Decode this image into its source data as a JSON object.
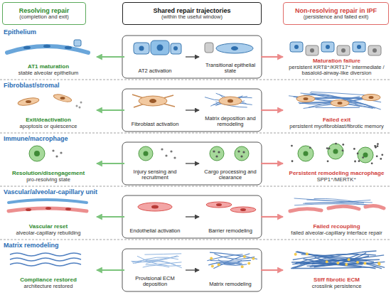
{
  "diagram": {
    "nodes": [
      {
        "text": [
          "Resolving repair",
          "(completion and exit)"
        ]
      },
      {
        "text": [
          "Shared repair trajectories",
          "(within the useful window)"
        ]
      },
      {
        "text": [
          "Non-resolving repair in IPF",
          "(persistence and failed exit)"
        ]
      },
      {
        "text": [
          "Epithelium"
        ]
      },
      {
        "text": [
          "AT1 maturation",
          "stable alveolar epithelium"
        ],
        "in": 3
      },
      {
        "text": [
          "AT2 activation"
        ],
        "in": 3
      },
      {
        "text": [
          "Transitional epithelial state"
        ],
        "in": 3
      },
      {
        "text": [
          "Maturation failure",
          "persistent KRT8⁺/KRT17⁺ intermediate / basaloid-airway-like diversion"
        ],
        "in": 3
      },
      {
        "text": [
          "Fibroblast/stromal"
        ]
      },
      {
        "text": [
          "Exit/deactivation",
          "apoptosis or quiescence"
        ],
        "in": 8
      },
      {
        "text": [
          "Fibroblast activation"
        ],
        "in": 8
      },
      {
        "text": [
          "Matrix deposition and remodeling"
        ],
        "in": 8
      },
      {
        "text": [
          "Failed exit",
          "persistent myofibroblast/fibrotic memory"
        ],
        "in": 8
      },
      {
        "text": [
          "Immune/macrophage"
        ]
      },
      {
        "text": [
          "Resolution/disengagement",
          "pro-resolving state"
        ],
        "in": 13
      },
      {
        "text": [
          "Injury sensing and recruitment"
        ],
        "in": 13
      },
      {
        "text": [
          "Cargo processing and clearance"
        ],
        "in": 13
      },
      {
        "text": [
          "Persistent remodeling macrophage",
          "SPP1⁺/MERTK⁺"
        ],
        "in": 13
      },
      {
        "text": [
          "Vascular/alveolar-capillary unit"
        ]
      },
      {
        "text": [
          "Vascular reset",
          "alveolar-capillary rebuilding"
        ],
        "in": 18
      },
      {
        "text": [
          "Endothelial activation"
        ],
        "in": 18
      },
      {
        "text": [
          "Barrier remodeling"
        ],
        "in": 18
      },
      {
        "text": [
          "Failed recoupling",
          "failed alveolar-capillary interface repair"
        ],
        "in": 18
      },
      {
        "text": [
          "Matrix remodeling"
        ]
      },
      {
        "text": [
          "Compliance restored",
          "architecture restored"
        ],
        "in": 23
      },
      {
        "text": [
          "Provisional ECM deposition"
        ],
        "in": 23
      },
      {
        "text": [
          "Matrix remodeling"
        ],
        "in": 23
      },
      {
        "text": [
          "Stiff fibrotic ECM",
          "crosslink persistence"
        ],
        "in": 23
      }
    ],
    "edges": [
      {
        "from": 5,
        "to": 6,
        "arrow": "to"
      },
      {
        "from": 5,
        "to": 4,
        "arrow": "to"
      },
      {
        "from": 6,
        "to": 7,
        "arrow": "to"
      },
      {
        "from": 10,
        "to": 11,
        "arrow": "to"
      },
      {
        "from": 10,
        "to": 9,
        "arrow": "to"
      },
      {
        "from": 11,
        "to": 12,
        "arrow": "to"
      },
      {
        "from": 15,
        "to": 16,
        "arrow": "to"
      },
      {
        "from": 15,
        "to": 14,
        "arrow": "to"
      },
      {
        "from": 16,
        "to": 17,
        "arrow": "to"
      },
      {
        "from": 20,
        "to": 21,
        "arrow": "to"
      },
      {
        "from": 20,
        "to": 19,
        "arrow": "to"
      },
      {
        "from": 21,
        "to": 22,
        "arrow": "to"
      },
      {
        "from": 25,
        "to": 26,
        "arrow": "to"
      },
      {
        "from": 25,
        "to": 24,
        "arrow": "to"
      },
      {
        "from": 26,
        "to": 27,
        "arrow": "to"
      }
    ]
  }
}
